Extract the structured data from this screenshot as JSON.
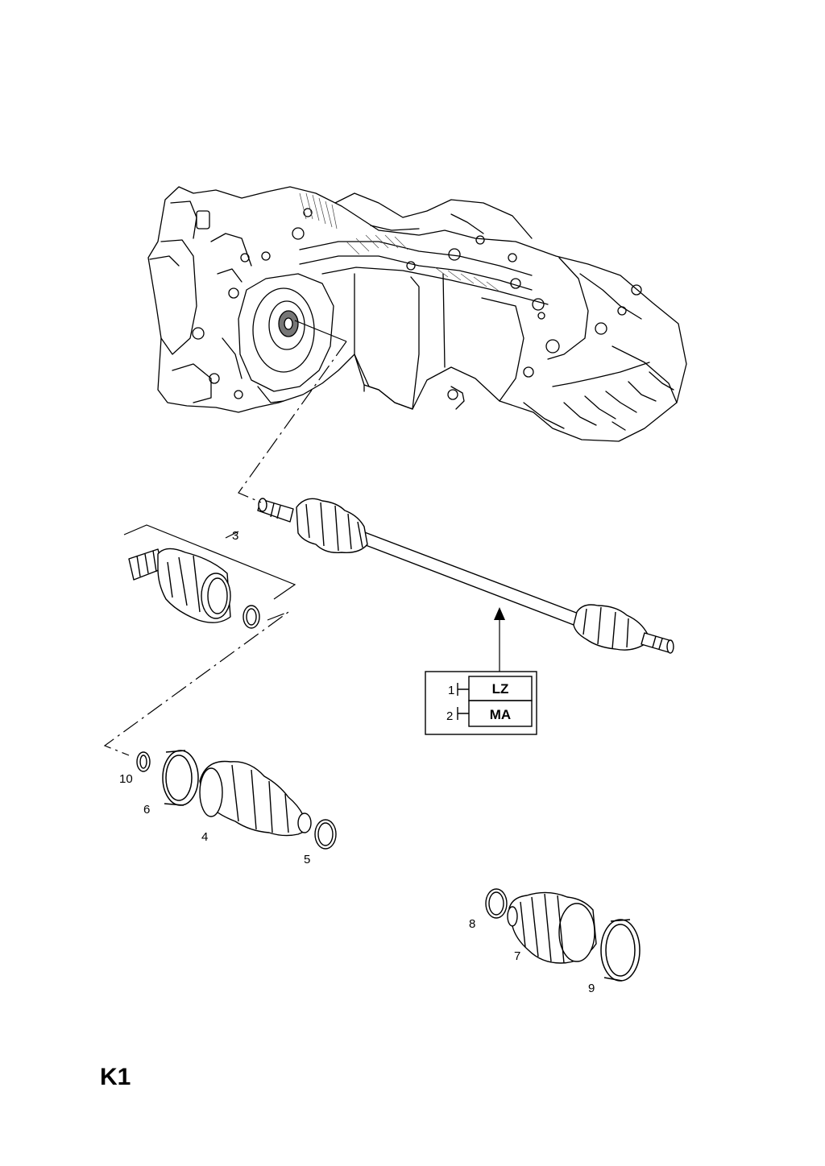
{
  "callouts": {
    "c1": "1",
    "c2": "2",
    "c3": "3",
    "c4": "4",
    "c5": "5",
    "c6": "6",
    "c7": "7",
    "c8": "8",
    "c9": "9",
    "c10": "10"
  },
  "variant_box": {
    "row1": "LZ",
    "row2": "MA"
  },
  "sheet_code": "K1"
}
